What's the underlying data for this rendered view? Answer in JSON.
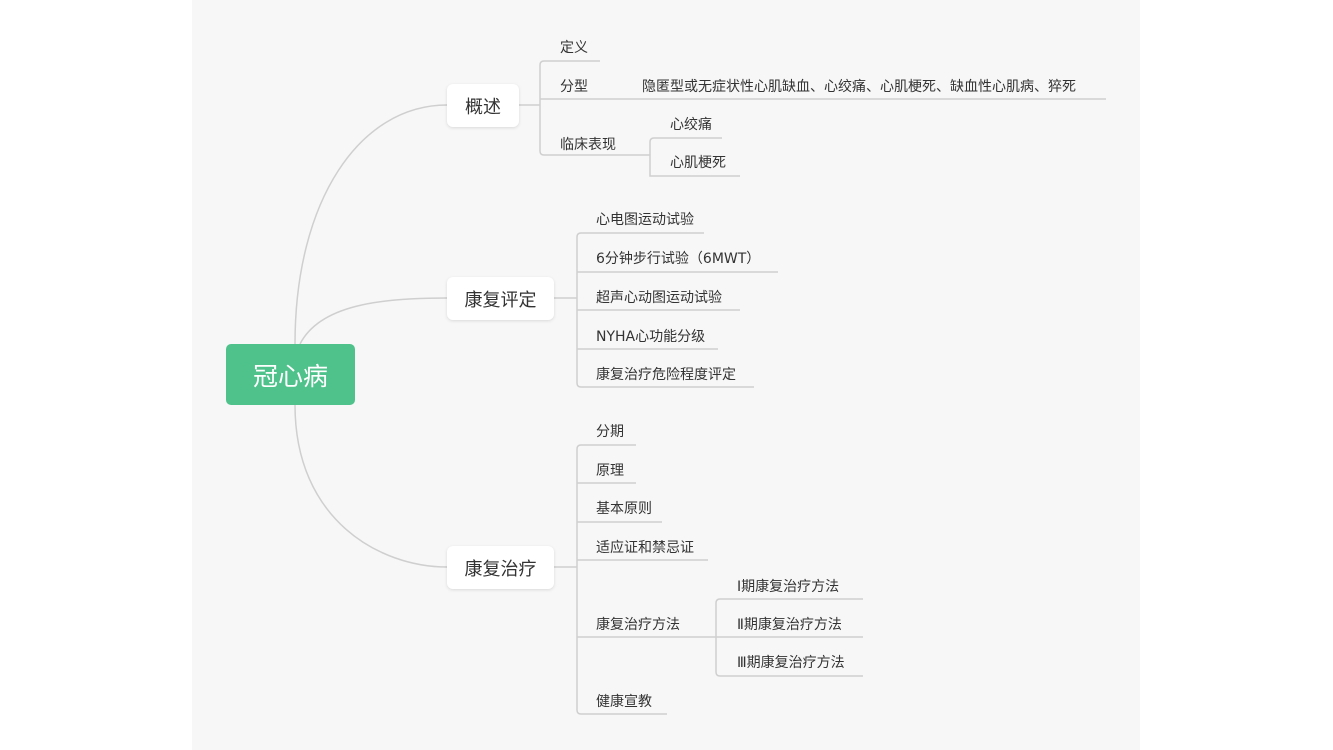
{
  "root": {
    "label": "冠心病",
    "color": "#4fc28b"
  },
  "branches": [
    {
      "label": "概述",
      "children": [
        {
          "label": "定义"
        },
        {
          "label": "分型",
          "children": [
            {
              "label": "隐匿型或无症状性心肌缺血、心绞痛、心肌梗死、缺血性心肌病、猝死"
            }
          ]
        },
        {
          "label": "临床表现",
          "children": [
            {
              "label": "心绞痛"
            },
            {
              "label": "心肌梗死"
            }
          ]
        }
      ]
    },
    {
      "label": "康复评定",
      "children": [
        {
          "label": "心电图运动试验"
        },
        {
          "label": "6分钟步行试验（6MWT）"
        },
        {
          "label": "超声心动图运动试验"
        },
        {
          "label": "NYHA心功能分级"
        },
        {
          "label": "康复治疗危险程度评定"
        }
      ]
    },
    {
      "label": "康复治疗",
      "children": [
        {
          "label": "分期"
        },
        {
          "label": "原理"
        },
        {
          "label": "基本原则"
        },
        {
          "label": "适应证和禁忌证"
        },
        {
          "label": "康复治疗方法",
          "children": [
            {
              "label": "Ⅰ期康复治疗方法"
            },
            {
              "label": "Ⅱ期康复治疗方法"
            },
            {
              "label": "Ⅲ期康复治疗方法"
            }
          ]
        },
        {
          "label": "健康宣教"
        }
      ]
    }
  ]
}
